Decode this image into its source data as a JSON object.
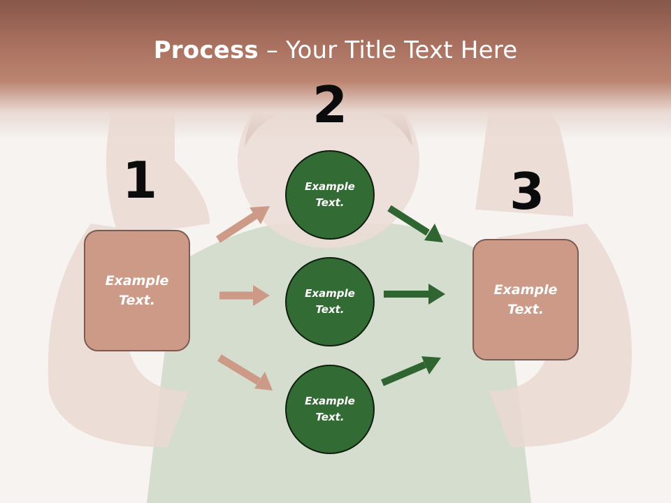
{
  "title": {
    "bold": "Process",
    "rest": " – Your Title Text Here"
  },
  "steps": [
    "1",
    "2",
    "3"
  ],
  "left_box": {
    "line1": "Example",
    "line2": "Text."
  },
  "right_box": {
    "line1": "Example",
    "line2": "Text."
  },
  "circles": [
    {
      "line1": "Example",
      "line2": "Text."
    },
    {
      "line1": "Example",
      "line2": "Text."
    },
    {
      "line1": "Example",
      "line2": "Text."
    }
  ],
  "colors": {
    "header": "#a86f5e",
    "box_fill": "#cd9a88",
    "box_border": "#7a5a52",
    "circle_fill": "#336b35",
    "circle_border": "#0e1d0e",
    "arrow_pink": "#cd9a88",
    "arrow_green": "#2f6530"
  }
}
